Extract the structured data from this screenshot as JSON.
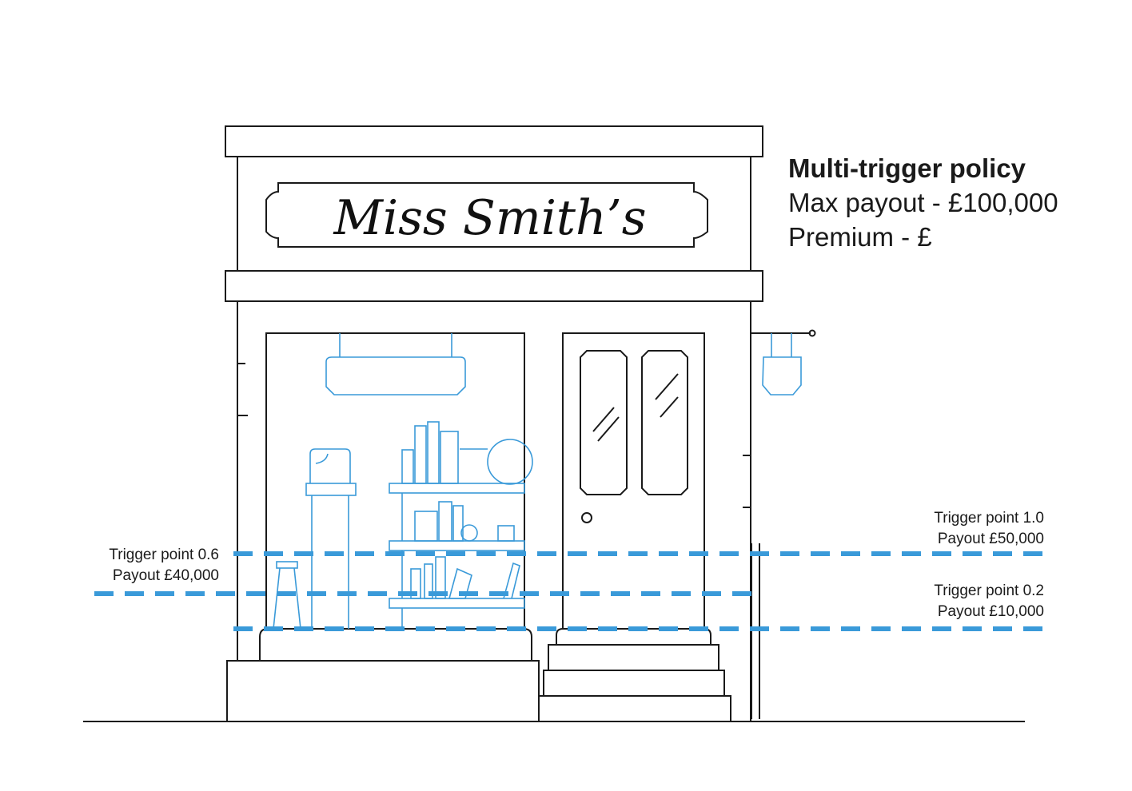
{
  "sign_text": "Miss Smith’s",
  "policy": {
    "title": "Multi-trigger policy",
    "max_payout": "Max payout - £100,000",
    "premium": "Premium - £"
  },
  "triggers": {
    "left_06": {
      "label": "Trigger point 0.6",
      "payout": "Payout £40,000"
    },
    "right_10": {
      "label": "Trigger point 1.0",
      "payout": "Payout £50,000"
    },
    "right_02": {
      "label": "Trigger point 0.2",
      "payout": "Payout £10,000"
    }
  },
  "colors": {
    "line": "#1a1a1a",
    "blue": "#3a9ad9"
  }
}
